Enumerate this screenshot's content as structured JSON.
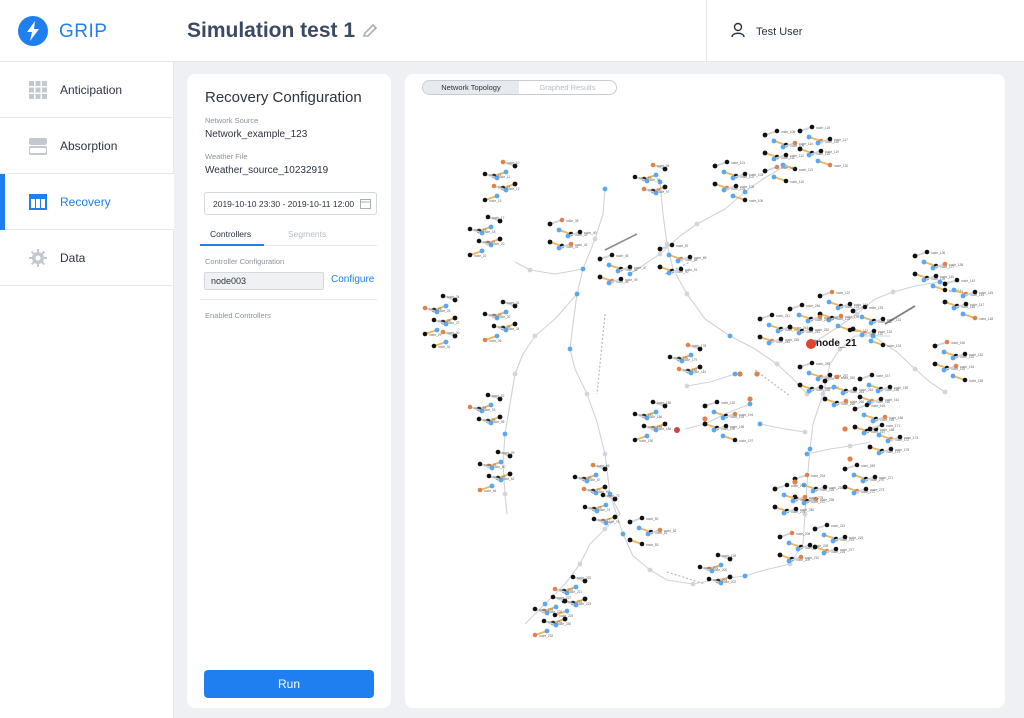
{
  "app": {
    "brand": "GRIP",
    "simulation_title": "Simulation test 1",
    "user_name": "Test User"
  },
  "sidebar": {
    "items": [
      {
        "label": "Anticipation",
        "icon": "grid-icon"
      },
      {
        "label": "Absorption",
        "icon": "layers-icon"
      },
      {
        "label": "Recovery",
        "icon": "table-icon",
        "active": true
      },
      {
        "label": "Data",
        "icon": "gear-icon"
      }
    ]
  },
  "config": {
    "title": "Recovery Configuration",
    "network_source_label": "Network Source",
    "network_source": "Network_example_123",
    "weather_file_label": "Weather File",
    "weather_file": "Weather_source_10232919",
    "date_range": "2019-10-10 23:30  -  2019-10-11 12:00",
    "tabs": [
      "Controllers",
      "Segments"
    ],
    "controller_config_label": "Controller Configuration",
    "controller_node": "node003",
    "configure_label": "Configure",
    "enabled_controllers_label": "Enabled Controllers",
    "run_label": "Run"
  },
  "graph": {
    "view_tabs": [
      "Network Topology",
      "Graphed Results"
    ],
    "highlight_label": "node_21"
  },
  "colors": {
    "accent": "#1f7ff0",
    "node_blue": "#5aa8f2",
    "node_black": "#111111",
    "node_orange": "#e0804a",
    "node_red": "#e0452e",
    "edge_gray": "#cfd3d8",
    "edge_orange": "#f2b45a"
  }
}
